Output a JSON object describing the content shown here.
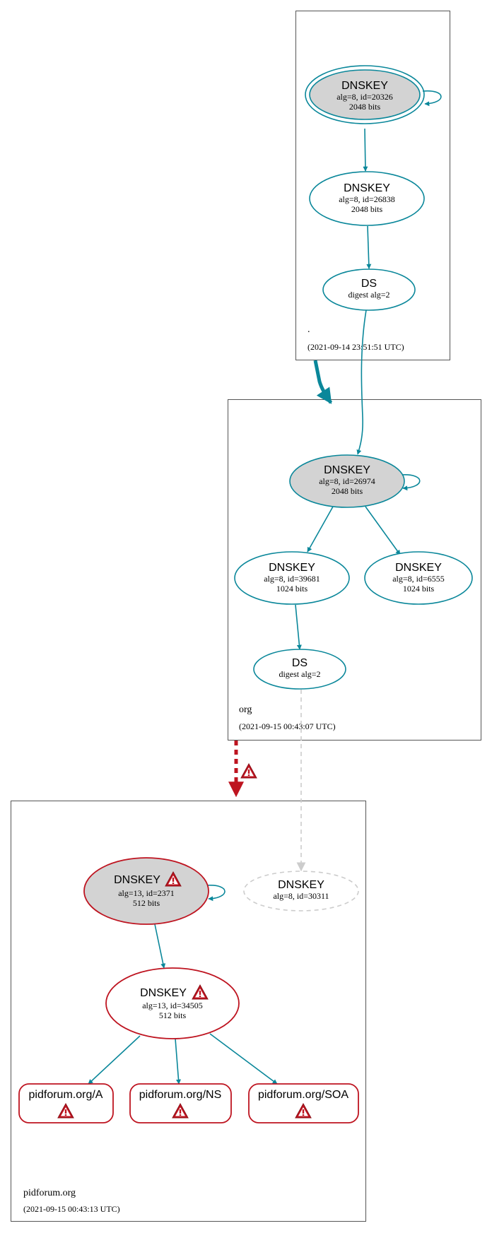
{
  "zones": {
    "root": {
      "name": ".",
      "timestamp": "(2021-09-14 23:51:51 UTC)",
      "nodes": {
        "ksk": {
          "title": "DNSKEY",
          "line1": "alg=8, id=20326",
          "line2": "2048 bits"
        },
        "zsk": {
          "title": "DNSKEY",
          "line1": "alg=8, id=26838",
          "line2": "2048 bits"
        },
        "ds": {
          "title": "DS",
          "line1": "digest alg=2"
        }
      }
    },
    "org": {
      "name": "org",
      "timestamp": "(2021-09-15 00:43:07 UTC)",
      "nodes": {
        "ksk": {
          "title": "DNSKEY",
          "line1": "alg=8, id=26974",
          "line2": "2048 bits"
        },
        "zsk1": {
          "title": "DNSKEY",
          "line1": "alg=8, id=39681",
          "line2": "1024 bits"
        },
        "zsk2": {
          "title": "DNSKEY",
          "line1": "alg=8, id=6555",
          "line2": "1024 bits"
        },
        "ds": {
          "title": "DS",
          "line1": "digest alg=2"
        }
      }
    },
    "pidforum": {
      "name": "pidforum.org",
      "timestamp": "(2021-09-15 00:43:13 UTC)",
      "nodes": {
        "ksk": {
          "title": "DNSKEY",
          "line1": "alg=13, id=2371",
          "line2": "512 bits"
        },
        "missing": {
          "title": "DNSKEY",
          "line1": "alg=8, id=30311"
        },
        "zsk": {
          "title": "DNSKEY",
          "line1": "alg=13, id=34505",
          "line2": "512 bits"
        },
        "rr_a": {
          "title": "pidforum.org/A"
        },
        "rr_ns": {
          "title": "pidforum.org/NS"
        },
        "rr_soa": {
          "title": "pidforum.org/SOA"
        }
      }
    }
  },
  "colors": {
    "secure": "#0a879a",
    "bogus": "#be1420",
    "missing": "#cccccc",
    "ksk_fill": "#d3d3d3",
    "warning": "#be1420"
  },
  "icons": {
    "warning": "warning-triangle-icon"
  }
}
